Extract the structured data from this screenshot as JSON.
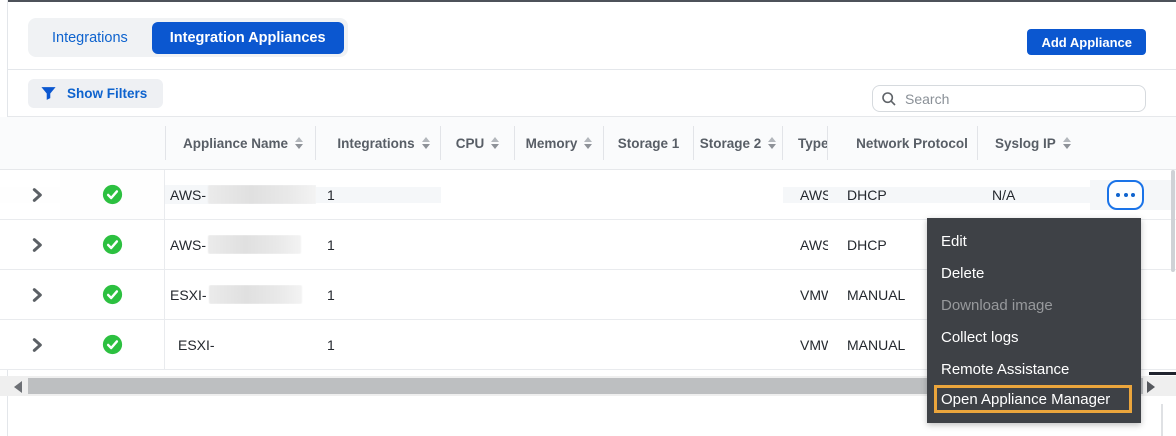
{
  "tabs": [
    {
      "label": "Integrations",
      "active": false
    },
    {
      "label": "Integration Appliances",
      "active": true
    }
  ],
  "toolbar": {
    "add_appliance_label": "Add Appliance"
  },
  "filters": {
    "show_filters_label": "Show Filters"
  },
  "search": {
    "placeholder": "Search",
    "value": ""
  },
  "table": {
    "columns": [
      {
        "label": "Appliance Name",
        "sortable": true
      },
      {
        "label": "Integrations",
        "sortable": true
      },
      {
        "label": "CPU",
        "sortable": true
      },
      {
        "label": "Memory",
        "sortable": true
      },
      {
        "label": "Storage 1",
        "sortable": false
      },
      {
        "label": "Storage 2",
        "sortable": true
      },
      {
        "label": "Type",
        "sortable": false
      },
      {
        "label": "Network Protocol",
        "sortable": false
      },
      {
        "label": "Syslog IP",
        "sortable": true
      }
    ],
    "rows": [
      {
        "status": "ok",
        "name_prefix": "AWS-",
        "redacted": true,
        "integrations": "1",
        "type": "AWS",
        "protocol": "DHCP",
        "syslog_ip": "N/A"
      },
      {
        "status": "ok",
        "name_prefix": "AWS-",
        "redacted": true,
        "integrations": "1",
        "type": "AWS",
        "protocol": "DHCP",
        "syslog_ip": ""
      },
      {
        "status": "ok",
        "name_prefix": "ESXI-",
        "redacted": true,
        "integrations": "1",
        "type": "VMW",
        "protocol": "MANUAL",
        "syslog_ip": ""
      },
      {
        "status": "ok",
        "name_prefix": "ESXI-",
        "redacted": false,
        "integrations": "1",
        "type": "VMW",
        "protocol": "MANUAL",
        "syslog_ip": ""
      }
    ]
  },
  "context_menu": {
    "items": [
      {
        "label": "Edit",
        "disabled": false,
        "highlighted": false
      },
      {
        "label": "Delete",
        "disabled": false,
        "highlighted": false
      },
      {
        "label": "Download image",
        "disabled": true,
        "highlighted": false
      },
      {
        "label": "Collect logs",
        "disabled": false,
        "highlighted": false
      },
      {
        "label": "Remote Assistance",
        "disabled": false,
        "highlighted": false
      },
      {
        "label": "Open Appliance Manager",
        "disabled": false,
        "highlighted": true
      }
    ]
  },
  "colors": {
    "accent_blue": "#0b57d0",
    "focus_blue": "#1a73e8",
    "success_green": "#2cc040",
    "highlight_orange": "#eba53c",
    "menu_background": "#3e4146"
  }
}
